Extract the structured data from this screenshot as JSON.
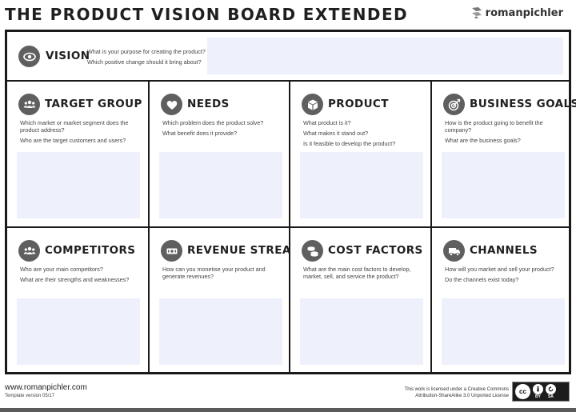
{
  "header": {
    "title": "THE PRODUCT VISION BOARD EXTENDED",
    "brand": "romanpichler"
  },
  "vision": {
    "heading": "VISION",
    "icon": "eye-icon",
    "questions": [
      "What is your purpose for creating the product?",
      "Which positive change should it bring about?"
    ]
  },
  "sections": [
    {
      "heading": "TARGET GROUP",
      "icon": "people-group-icon",
      "questions": [
        "Which market or market segment does the product address?",
        "Who are the target customers and users?"
      ]
    },
    {
      "heading": "NEEDS",
      "icon": "heart-icon",
      "questions": [
        "Which problem does the product solve?",
        "What benefit does it provide?"
      ]
    },
    {
      "heading": "PRODUCT",
      "icon": "cube-icon",
      "questions": [
        "What product is it?",
        "What makes it stand out?",
        "Is it feasible to develop the product?"
      ]
    },
    {
      "heading": "BUSINESS GOALS",
      "icon": "target-icon",
      "questions": [
        "How is the product going to benefit the company?",
        "What are the business goals?"
      ]
    },
    {
      "heading": "COMPETITORS",
      "icon": "people-group-icon",
      "questions": [
        "Who are your main competitors?",
        "What are their strengths and weaknesses?"
      ]
    },
    {
      "heading": "REVENUE STREAMS",
      "icon": "money-icon",
      "questions": [
        "How can you monetise your product and generate revenues?"
      ]
    },
    {
      "heading": "COST FACTORS",
      "icon": "coins-icon",
      "questions": [
        "What are the main cost factors to develop, market, sell, and service the product?"
      ]
    },
    {
      "heading": "CHANNELS",
      "icon": "truck-icon",
      "questions": [
        "How will you market and sell your product?",
        "Do the channels exist today?"
      ]
    }
  ],
  "footer": {
    "url": "www.romanpichler.com",
    "version": "Template version 05/17",
    "license_line1": "This work is licensed under a Creative Commons",
    "license_line2": "Attribution-ShareAlike 3.0 Unported License",
    "cc": "cc",
    "by": "BY",
    "sa": "SA"
  },
  "colors": {
    "icon_bg": "#5f5f5f",
    "note_bg": "#eef1fb",
    "border": "#1a1a1a"
  }
}
